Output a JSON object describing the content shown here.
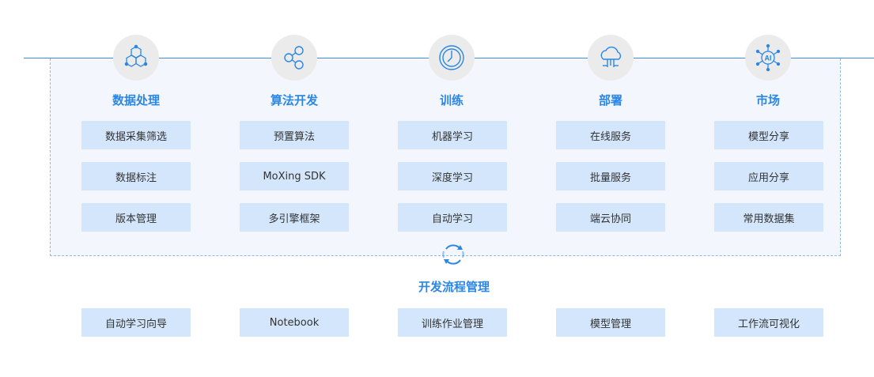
{
  "columns": [
    {
      "title": "数据处理",
      "icon": "molecule-icon",
      "items": [
        "数据采集筛选",
        "数据标注",
        "版本管理"
      ]
    },
    {
      "title": "算法开发",
      "icon": "share-nodes-icon",
      "items": [
        "预置算法",
        "MoXing SDK",
        "多引擎框架"
      ]
    },
    {
      "title": "训练",
      "icon": "clock-icon",
      "items": [
        "机器学习",
        "深度学习",
        "自动学习"
      ]
    },
    {
      "title": "部署",
      "icon": "cloud-circuit-icon",
      "items": [
        "在线服务",
        "批量服务",
        "端云协同"
      ]
    },
    {
      "title": "市场",
      "icon": "ai-network-icon",
      "items": [
        "模型分享",
        "应用分享",
        "常用数据集"
      ]
    }
  ],
  "process": {
    "title": "开发流程管理",
    "icon": "cycle-arrows-icon",
    "items": [
      "自动学习向导",
      "Notebook",
      "训练作业管理",
      "模型管理",
      "工作流可视化"
    ]
  },
  "colors": {
    "accent": "#2b86e6",
    "box": "#d3e6fb",
    "panel": "#f3f7fd",
    "icon_bg": "#ebebeb"
  }
}
